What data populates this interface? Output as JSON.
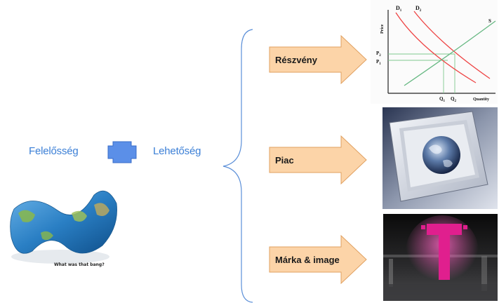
{
  "labels": {
    "felelosseg": "Felelősség",
    "lehetoseg": "Lehetőség"
  },
  "arrows": [
    {
      "label": "Részvény"
    },
    {
      "label": "Piac"
    },
    {
      "label": "Márka & image"
    }
  ],
  "world_image_caption": "What was that bang?",
  "supply_demand": {
    "d1": "D",
    "d1_sub": "1",
    "d2": "D",
    "d2_sub": "2",
    "s": "S",
    "p2": "P",
    "p2_sub": "2",
    "p1": "P",
    "p1_sub": "1",
    "q1": "Q",
    "q1_sub": "1",
    "q2": "Q",
    "q2_sub": "2",
    "ylabel": "Price",
    "xlabel": "Quantity"
  },
  "colors": {
    "label_blue": "#3b7fd6",
    "arrow_fill": "#fcd4a8",
    "arrow_stroke": "#e0a060",
    "bracket": "#5b8fd8",
    "connector_fill": "#5b8fe8",
    "demand_line": "#ee4444",
    "supply_line": "#66b882",
    "magenta": "#e01f8e"
  }
}
